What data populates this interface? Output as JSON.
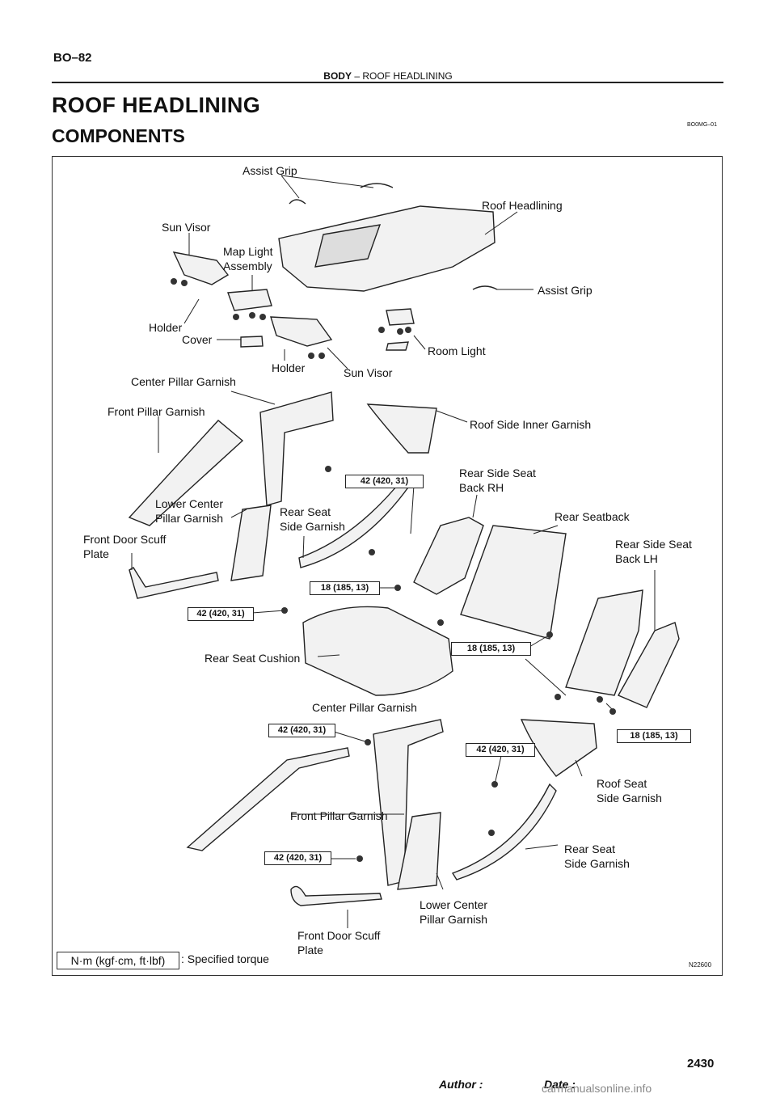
{
  "header": {
    "page_code": "BO–82",
    "section": "BODY",
    "separator": "–",
    "subsection": "ROOF HEADLINING"
  },
  "title": "ROOF HEADLINING",
  "subtitle": "COMPONENTS",
  "doc_code": "BO0MG–01",
  "figure_code": "N22600",
  "labels": {
    "assist_grip_top": "Assist Grip",
    "roof_headlining": "Roof Headlining",
    "sun_visor_left": "Sun Visor",
    "map_light": "Map Light\nAssembly",
    "assist_grip_right": "Assist Grip",
    "holder_left": "Holder",
    "cover": "Cover",
    "room_light": "Room Light",
    "holder_center": "Holder",
    "sun_visor_center": "Sun Visor",
    "center_pillar_garnish_top": "Center Pillar Garnish",
    "front_pillar_garnish_top": "Front Pillar Garnish",
    "roof_side_inner_garnish": "Roof Side Inner Garnish",
    "rear_side_seat_back_rh": "Rear Side Seat\nBack RH",
    "lower_center_pillar_top": "Lower Center\nPillar Garnish",
    "rear_seat_side_garnish_top": "Rear Seat\nSide Garnish",
    "rear_seatback": "Rear Seatback",
    "front_door_scuff_top": "Front Door Scuff\nPlate",
    "rear_side_seat_back_lh": "Rear Side Seat\nBack LH",
    "rear_seat_cushion": "Rear Seat Cushion",
    "center_pillar_garnish_bottom": "Center Pillar Garnish",
    "roof_seat_side_garnish": "Roof Seat\nSide Garnish",
    "front_pillar_garnish_bottom": "Front Pillar Garnish",
    "rear_seat_side_garnish_bottom": "Rear Seat\nSide Garnish",
    "lower_center_pillar_bottom": "Lower Center\nPillar Garnish",
    "front_door_scuff_bottom": "Front Door Scuff\nPlate"
  },
  "torques": {
    "t1": "42 (420, 31)",
    "t2": "18 (185, 13)",
    "t3": "42 (420, 31)",
    "t4": "18 (185, 13)",
    "t5": "42 (420, 31)",
    "t6": "18 (185, 13)",
    "t7": "42 (420, 31)",
    "t8": "42 (420, 31)"
  },
  "legend": {
    "unit": "N·m (kgf·cm, ft·lbf)",
    "text": ": Specified torque"
  },
  "footer": {
    "author": "Author :",
    "date": "Date :",
    "page_number": "2430",
    "watermark": "carmanualsonline.info"
  }
}
